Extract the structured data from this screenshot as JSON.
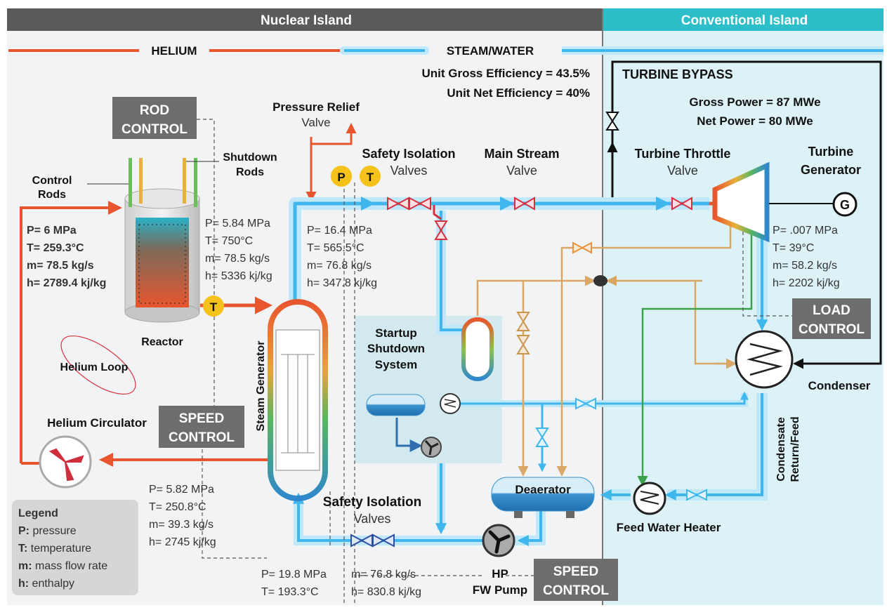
{
  "headers": {
    "nuclear": "Nuclear Island",
    "conventional": "Conventional Island"
  },
  "loop_labels": {
    "helium": "HELIUM",
    "steam_water": "STEAM/WATER"
  },
  "efficiency": {
    "gross": "Unit Gross Efficiency = 43.5%",
    "net": "Unit Net Efficiency = 40%"
  },
  "power": {
    "gross": "Gross Power = 87 MWe",
    "net": "Net Power = 80 MWe"
  },
  "labels": {
    "turbine_bypass": "TURBINE BYPASS",
    "pressure_relief": "Pressure Relief",
    "pressure_relief_sub": "Valve",
    "safety_isolation_top": "Safety Isolation",
    "safety_isolation_top_sub": "Valves",
    "main_stream": "Main Stream",
    "main_stream_sub": "Valve",
    "turbine_throttle": "Turbine Throttle",
    "turbine_throttle_sub": "Valve",
    "turbine_generator_1": "Turbine",
    "turbine_generator_2": "Generator",
    "control_rods_1": "Control",
    "control_rods_2": "Rods",
    "shutdown_rods_1": "Shutdown",
    "shutdown_rods_2": "Rods",
    "reactor": "Reactor",
    "helium_loop": "Helium Loop",
    "helium_circulator": "Helium Circulator",
    "steam_generator": "Steam Generator",
    "startup_1": "Startup",
    "startup_2": "Shutdown",
    "startup_3": "System",
    "deaerator": "Deaerator",
    "condenser": "Condenser",
    "condensate_1": "Condensate",
    "condensate_2": "Return/Feed",
    "feed_water_heater": "Feed Water Heater",
    "safety_isolation_bottom": "Safety Isolation",
    "safety_isolation_bottom_sub": "Valves",
    "hp_pump_1": "HP",
    "hp_pump_2": "FW Pump",
    "p_badge": "P",
    "t_badge": "T",
    "g_badge": "G"
  },
  "control_boxes": {
    "rod": [
      "ROD",
      "CONTROL"
    ],
    "speed_left": [
      "SPEED",
      "CONTROL"
    ],
    "load": [
      "LOAD",
      "CONTROL"
    ],
    "speed_bottom": [
      "SPEED",
      "CONTROL"
    ]
  },
  "states": {
    "reactor_inlet": {
      "p": "P= 6 MPa",
      "t": "T= 259.3°C",
      "m": "m= 78.5 kg/s",
      "h": "h= 2789.4 kj/kg"
    },
    "reactor_outlet": {
      "p": "P= 5.84 MPa",
      "t": "T= 750°C",
      "m": "m= 78.5 kg/s",
      "h": "h= 5336 kj/kg"
    },
    "main_steam": {
      "p": "P= 16.4 MPa",
      "t": "T= 565.5°C",
      "m": "m= 76.8 kg/s",
      "h": "h= 347.8 kj/kg"
    },
    "turbine_exhaust": {
      "p": "P= .007 MPa",
      "t": "T= 39°C",
      "m": "m= 58.2 kg/s",
      "h": "h= 2202 kj/kg"
    },
    "sg_helium_out": {
      "p": "P= 5.82 MPa",
      "t": "T= 250.8°C",
      "m": "m= 39.3 kg/s",
      "h": "h= 2745 kj/kg"
    },
    "feedwater_pt": {
      "p": "P= 19.8 MPa",
      "t": "T= 193.3°C"
    },
    "feedwater_mh": {
      "m": "m= 76.8 kg/s",
      "h": "h= 830.8 kj/kg"
    }
  },
  "legend": {
    "title": "Legend",
    "items": [
      {
        "key": "P:",
        "text": " pressure"
      },
      {
        "key": "T:",
        "text": " temperature"
      },
      {
        "key": "m:",
        "text": " mass flow rate"
      },
      {
        "key": "h:",
        "text": " enthalpy"
      }
    ]
  },
  "colors": {
    "header_dark": "#5a5a5a",
    "header_teal": "#2cbfc9",
    "helium": "#e8562e",
    "steam_glow": "#bfe9fb",
    "steam_core": "#3fb6ec",
    "control_box": "#6d6d6d",
    "feed_tan": "#d9a866",
    "badge_yellow": "#f4c21b",
    "green_line": "#3aa24a",
    "valve_red": "#d63040"
  }
}
